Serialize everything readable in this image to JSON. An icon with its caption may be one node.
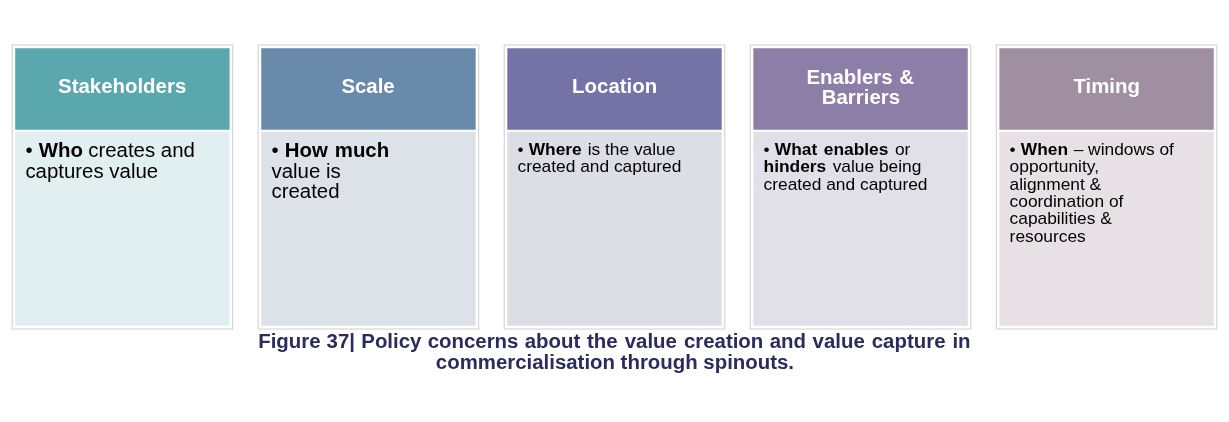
{
  "diagram": {
    "caption": "Figure 37| Policy concerns about the value creation and value capture in commercialisation through spinouts.",
    "nodes": [
      {
        "text": [
          "Stakeholders",
          "• **Who** creates and captures value"
        ]
      },
      {
        "text": [
          "Scale",
          "• **How much** value is created"
        ]
      },
      {
        "text": [
          "Location",
          "• **Where** is the value created and captured"
        ]
      },
      {
        "text": [
          "Enablers & Barriers",
          "• **What enables** or **hinders** value being created and captured"
        ]
      },
      {
        "text": [
          "Timing",
          "• **When** – windows of opportunity, alignment & coordination of capabilities & resources"
        ]
      }
    ]
  }
}
